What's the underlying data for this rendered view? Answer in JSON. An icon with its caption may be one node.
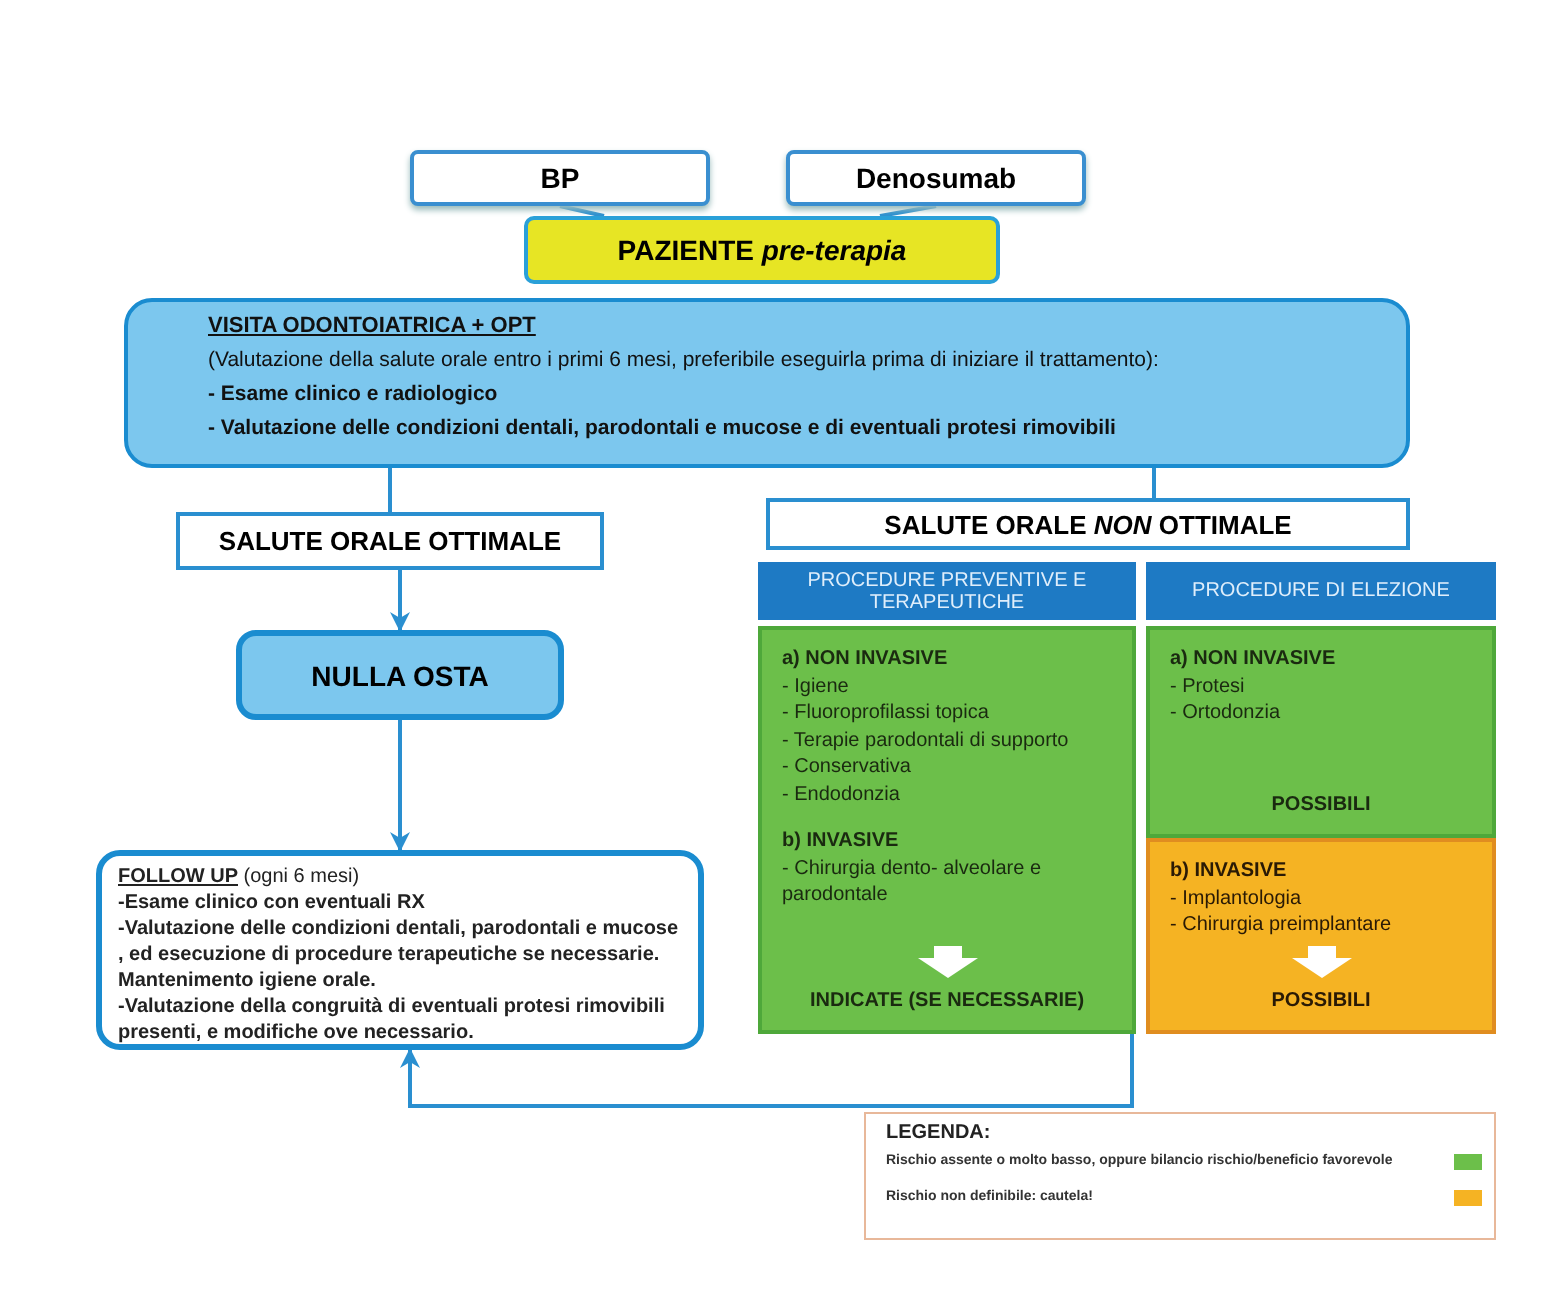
{
  "diagram": {
    "nodes": [
      {
        "text": [
          "BP"
        ]
      },
      {
        "text": [
          "Denosumab"
        ]
      },
      {
        "text": [
          "PAZIENTE *pre-terapia*"
        ]
      },
      {
        "text": [
          "VISITA ODONTOIATRICA + OPT",
          "(Valutazione della salute orale entro i primi 6 mesi, preferibile eseguirla prima di iniziare il trattamento):",
          "- Esame clinico e radiologico",
          "- Valutazione delle condizioni dentali, parodontali e mucose e di eventuali protesi rimovibili"
        ]
      },
      {
        "text": [
          "SALUTE ORALE OTTIMALE"
        ]
      },
      {
        "text": [
          "NULLA OSTA"
        ]
      },
      {
        "text": [
          "**FOLLOW UP** (ogni 6 mesi)",
          "-Esame clinico con eventuali RX",
          "-Valutazione delle condizioni dentali, parodontali e mucose , ed esecuzione di procedure terapeutiche se necessarie. Mantenimento igiene orale.",
          "-Valutazione della congruità di eventuali protesi rimovibili presenti, e modifiche ove necessario."
        ]
      },
      {
        "text": [
          "SALUTE ORALE *NON* OTTIMALE"
        ]
      },
      {
        "text": [
          "PROCEDURE PREVENTIVE E TERAPEUTICHE"
        ]
      },
      {
        "text": [
          "PROCEDURE DI ELEZIONE"
        ]
      },
      {
        "text": [
          "a) NON INVASIVE",
          "- Igiene",
          "- Fluoroprofilassi topica",
          "- Terapie parodontali di supporto",
          "- Conservativa",
          "- Endodonzia",
          "b) INVASIVE",
          "- Chirurgia dento- alveolare e parodontale",
          "INDICATE (SE NECESSARIE)"
        ]
      },
      {
        "text": [
          "a) NON INVASIVE",
          "- Protesi",
          "- Ortodonzia",
          "POSSIBILI"
        ]
      },
      {
        "text": [
          "b) INVASIVE",
          "- Implantologia",
          "- Chirurgia preimplantare",
          "POSSIBILI"
        ]
      }
    ],
    "edges": [
      {
        "from": 0,
        "to": 2,
        "arrow": "none"
      },
      {
        "from": 1,
        "to": 2,
        "arrow": "none"
      },
      {
        "from": 3,
        "to": 4,
        "arrow": "none"
      },
      {
        "from": 3,
        "to": 7,
        "arrow": "none"
      },
      {
        "from": 4,
        "to": 5,
        "arrow": "to"
      },
      {
        "from": 5,
        "to": 6,
        "arrow": "to"
      },
      {
        "from": 10,
        "to": 6,
        "arrow": "to"
      }
    ],
    "labels": [
      "LEGENDA:"
    ],
    "legend": [
      {
        "text": "Rischio assente o molto basso, oppure bilancio rischio/beneficio favorevole",
        "color": "#6cbf4a"
      },
      {
        "text": "Rischio non definibile: cautela!",
        "color": "#f5b323"
      }
    ]
  }
}
